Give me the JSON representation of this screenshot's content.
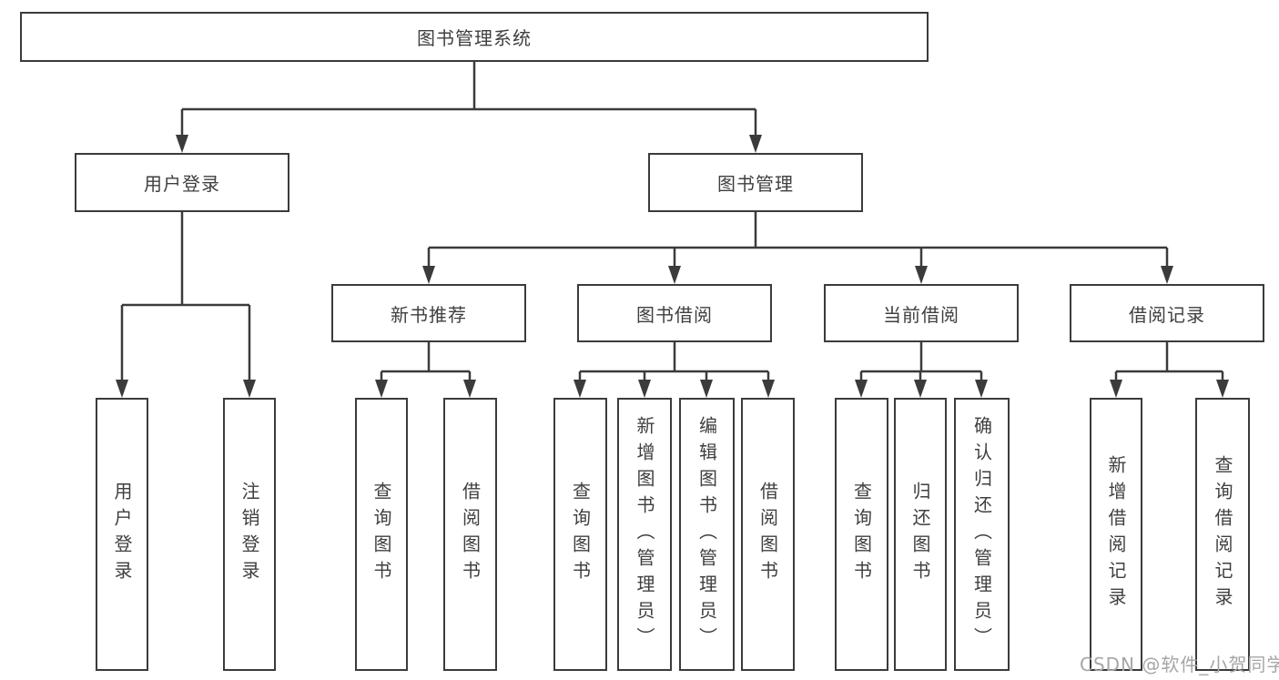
{
  "diagram": {
    "root": {
      "label": "图书管理系统"
    },
    "level2": [
      {
        "label": "用户登录"
      },
      {
        "label": "图书管理"
      }
    ],
    "level3": [
      {
        "label": "新书推荐"
      },
      {
        "label": "图书借阅"
      },
      {
        "label": "当前借阅"
      },
      {
        "label": "借阅记录"
      }
    ],
    "leaves": {
      "user_login": [
        "用户登录",
        "注销登录"
      ],
      "new_book": [
        "查询图书",
        "借阅图书"
      ],
      "book_borrow": [
        "查询图书",
        "新增图书（管理员）",
        "编辑图书（管理员）",
        "借阅图书"
      ],
      "current_borrow": [
        "查询图书",
        "归还图书",
        "确认归还（管理员）"
      ],
      "borrow_record": [
        "新增借阅记录",
        "查询借阅记录"
      ]
    }
  },
  "watermark": {
    "text": "CSDN @软件_小贺同学"
  },
  "colors": {
    "line": "#3b3b3b",
    "text": "#3f3f3f",
    "watermark": "#a6a6a6",
    "background": "#ffffff"
  }
}
